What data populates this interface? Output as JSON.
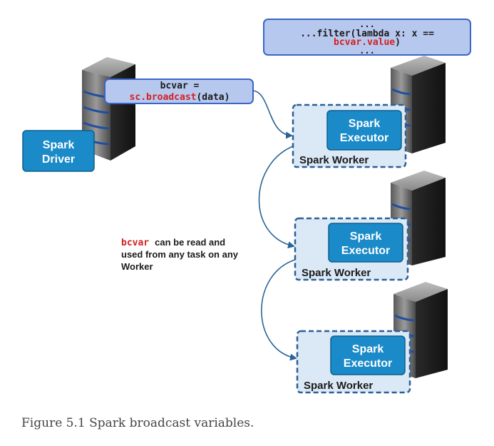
{
  "code_top": {
    "line1": "...",
    "line2": "...filter(lambda x: x ==",
    "line3": "bcvar.value",
    "line3_tail": ")",
    "line4": "..."
  },
  "code_left": {
    "line1": "bcvar =",
    "line2_red": "sc.broadcast",
    "line2_tail": "(data)"
  },
  "driver": {
    "line1": "Spark",
    "line2": "Driver"
  },
  "workers": [
    {
      "executor_line1": "Spark",
      "executor_line2": "Executor",
      "label": "Spark Worker"
    },
    {
      "executor_line1": "Spark",
      "executor_line2": "Executor",
      "label": "Spark Worker"
    },
    {
      "executor_line1": "Spark",
      "executor_line2": "Executor",
      "label": "Spark Worker"
    }
  ],
  "note": {
    "var": "bcvar",
    "line1_tail": "can be read and",
    "line2": "used from any task on any",
    "line3": "Worker"
  },
  "caption": "Figure 5.1 Spark broadcast variables.",
  "colors": {
    "code_box_fill": "#b7c8ef",
    "code_box_stroke": "#3a66c4",
    "red_text": "#d42020",
    "blue_box": "#1a8ac8",
    "worker_fill": "#dbe9f7",
    "worker_stroke": "#2d5f94",
    "arrow": "#2a6496"
  }
}
